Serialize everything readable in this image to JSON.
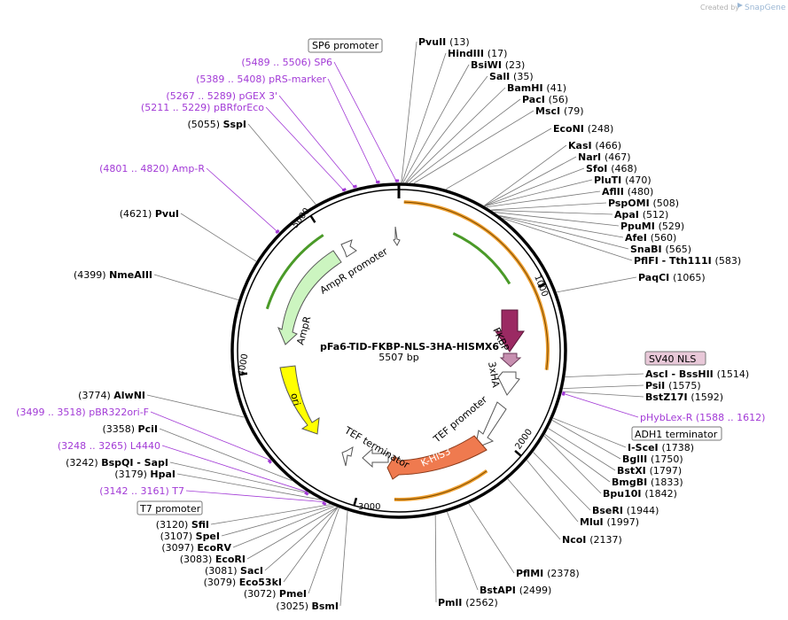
{
  "credit": {
    "created_by": "Created by",
    "brand": "SnapGene"
  },
  "plasmid": {
    "name": "pFa6-TID-FKBP-NLS-3HA-HISMX6",
    "size": "5507 bp"
  },
  "ticks": [
    {
      "label": "1000"
    },
    {
      "label": "2000"
    },
    {
      "label": "3000"
    },
    {
      "label": "4000"
    },
    {
      "label": "5000"
    }
  ],
  "boxed_labels": {
    "sp6_promoter": "SP6 promoter",
    "sv40_nls": "SV40 NLS",
    "adh1_terminator": "ADH1 terminator",
    "t7_promoter": "T7 promoter"
  },
  "features": {
    "fkbp": "FKBP",
    "3xha": "3xHA",
    "tef_promoter": "TEF promoter",
    "khis3": "K-HIS3",
    "tef_terminator": "TEF terminator",
    "ori": "ori",
    "ampr": "AmpR",
    "ampr_promoter": "AmpR promoter"
  },
  "colors": {
    "fkbp": "#9b2a63",
    "nls": "#c78fb0",
    "khis3": "#ef7a4f",
    "ori": "#ffff00",
    "ampr": "#ccf5c0",
    "primer": "#a23ad6",
    "arc_orange": "#f0a030",
    "arc_green": "#4a9a28"
  },
  "right_labels": [
    {
      "name": "PvuII",
      "pos": "(13)"
    },
    {
      "name": "HindIII",
      "pos": "(17)"
    },
    {
      "name": "BsiWI",
      "pos": "(23)"
    },
    {
      "name": "SalI",
      "pos": "(35)"
    },
    {
      "name": "BamHI",
      "pos": "(41)"
    },
    {
      "name": "PacI",
      "pos": "(56)"
    },
    {
      "name": "MscI",
      "pos": "(79)"
    },
    {
      "name": "EcoNI",
      "pos": "(248)"
    },
    {
      "name": "KasI",
      "pos": "(466)"
    },
    {
      "name": "NarI",
      "pos": "(467)"
    },
    {
      "name": "SfoI",
      "pos": "(468)"
    },
    {
      "name": "PluTI",
      "pos": "(470)"
    },
    {
      "name": "AflII",
      "pos": "(480)"
    },
    {
      "name": "PspOMI",
      "pos": "(508)"
    },
    {
      "name": "ApaI",
      "pos": "(512)"
    },
    {
      "name": "PpuMI",
      "pos": "(529)"
    },
    {
      "name": "AfeI",
      "pos": "(560)"
    },
    {
      "name": "SnaBI",
      "pos": "(565)"
    },
    {
      "name": "PflFI - Tth111I",
      "pos": "(583)"
    },
    {
      "name": "PaqCI",
      "pos": "(1065)"
    },
    {
      "name": "AscI - BssHII",
      "pos": "(1514)"
    },
    {
      "name": "PsiI",
      "pos": "(1575)"
    },
    {
      "name": "BstZ17I",
      "pos": "(1592)"
    },
    {
      "name": "I-SceI",
      "pos": "(1738)"
    },
    {
      "name": "BglII",
      "pos": "(1750)"
    },
    {
      "name": "BstXI",
      "pos": "(1797)"
    },
    {
      "name": "BmgBI",
      "pos": "(1833)"
    },
    {
      "name": "Bpu10I",
      "pos": "(1842)"
    },
    {
      "name": "BseRI",
      "pos": "(1944)"
    },
    {
      "name": "MluI",
      "pos": "(1997)"
    },
    {
      "name": "NcoI",
      "pos": "(2137)"
    },
    {
      "name": "PflMI",
      "pos": "(2378)"
    },
    {
      "name": "BstAPI",
      "pos": "(2499)"
    },
    {
      "name": "PmlI",
      "pos": "(2562)"
    }
  ],
  "right_primers": [
    {
      "name": "pHybLex-R",
      "range": "(1588 .. 1612)"
    }
  ],
  "left_labels": [
    {
      "name": "SspI",
      "pos": "(5055)"
    },
    {
      "name": "PvuI",
      "pos": "(4621)"
    },
    {
      "name": "NmeAIII",
      "pos": "(4399)"
    },
    {
      "name": "AlwNI",
      "pos": "(3774)"
    },
    {
      "name": "PciI",
      "pos": "(3358)"
    },
    {
      "name": "BspQI - SapI",
      "pos": "(3242)"
    },
    {
      "name": "HpaI",
      "pos": "(3179)"
    },
    {
      "name": "SfiI",
      "pos": "(3120)"
    },
    {
      "name": "SpeI",
      "pos": "(3107)"
    },
    {
      "name": "EcoRV",
      "pos": "(3097)"
    },
    {
      "name": "EcoRI",
      "pos": "(3083)"
    },
    {
      "name": "SacI",
      "pos": "(3081)"
    },
    {
      "name": "Eco53kI",
      "pos": "(3079)"
    },
    {
      "name": "PmeI",
      "pos": "(3072)"
    },
    {
      "name": "BsmI",
      "pos": "(3025)"
    }
  ],
  "left_primers": [
    {
      "name": "SP6",
      "range": "(5489 .. 5506)"
    },
    {
      "name": "pRS-marker",
      "range": "(5389 .. 5408)"
    },
    {
      "name": "pGEX 3'",
      "range": "(5267 .. 5289)"
    },
    {
      "name": "pBRforEco",
      "range": "(5211 .. 5229)"
    },
    {
      "name": "Amp-R",
      "range": "(4801 .. 4820)"
    },
    {
      "name": "pBR322ori-F",
      "range": "(3499 .. 3518)"
    },
    {
      "name": "L4440",
      "range": "(3248 .. 3265)"
    },
    {
      "name": "T7",
      "range": "(3142 .. 3161)"
    }
  ]
}
